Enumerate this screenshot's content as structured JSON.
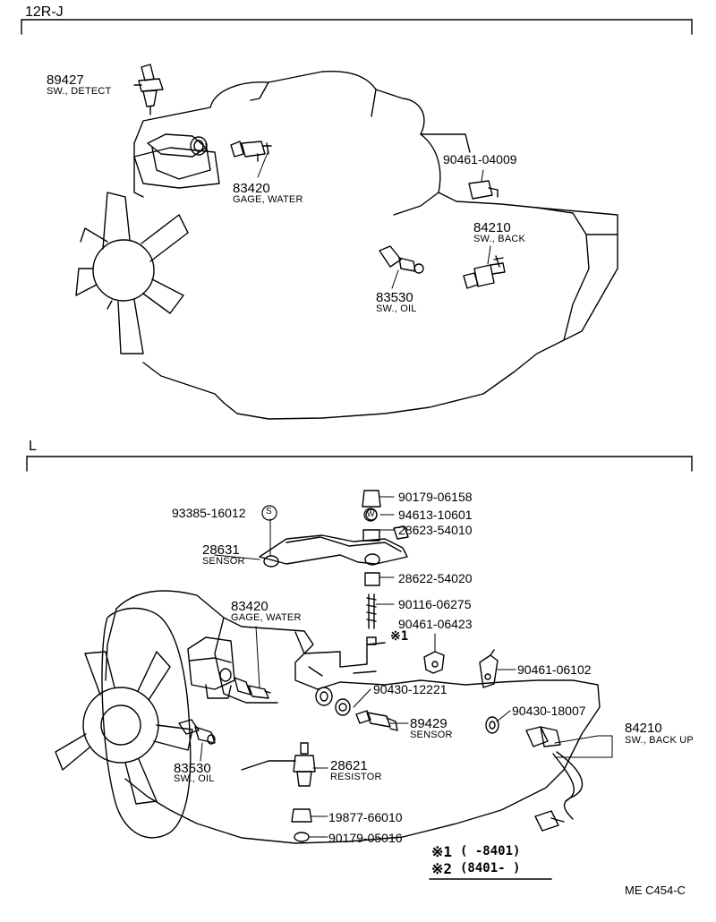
{
  "sections": [
    {
      "title": "12R-J",
      "parts": [
        {
          "number": "89427",
          "name": "SW., DETECT"
        },
        {
          "number": "83420",
          "name": "GAGE, WATER"
        },
        {
          "number": "90461-04009",
          "name": ""
        },
        {
          "number": "84210",
          "name": "SW., BACK"
        },
        {
          "number": "83530",
          "name": "SW., OIL"
        }
      ]
    },
    {
      "title": "L",
      "parts": [
        {
          "number": "93385-16012",
          "name": ""
        },
        {
          "number": "28631",
          "name": "SENSOR"
        },
        {
          "number": "90179-06158",
          "name": ""
        },
        {
          "number": "94613-10601",
          "name": ""
        },
        {
          "number": "28623-54010",
          "name": ""
        },
        {
          "number": "28622-54020",
          "name": ""
        },
        {
          "number": "90116-06275",
          "name": ""
        },
        {
          "number": "90461-06423",
          "name": ""
        },
        {
          "number": "83420",
          "name": "GAGE, WATER"
        },
        {
          "number": "90461-06102",
          "name": ""
        },
        {
          "number": "90430-12221",
          "name": ""
        },
        {
          "number": "89429",
          "name": "SENSOR"
        },
        {
          "number": "90430-18007",
          "name": ""
        },
        {
          "number": "84210",
          "name": "SW., BACK UP"
        },
        {
          "number": "83530",
          "name": "SW., OIL"
        },
        {
          "number": "28621",
          "name": "RESISTOR"
        },
        {
          "number": "19877-66010",
          "name": ""
        },
        {
          "number": "90179-05016",
          "name": ""
        }
      ],
      "markers": {
        "mark1": "※1",
        "mark2": "※2",
        "circle_s": "S",
        "circle_w": "W"
      }
    }
  ],
  "footnotes": [
    {
      "mark": "※1",
      "range": "(      -8401)"
    },
    {
      "mark": "※2",
      "range": "(8401-      )"
    }
  ],
  "figure_code": "ME  C454-C"
}
